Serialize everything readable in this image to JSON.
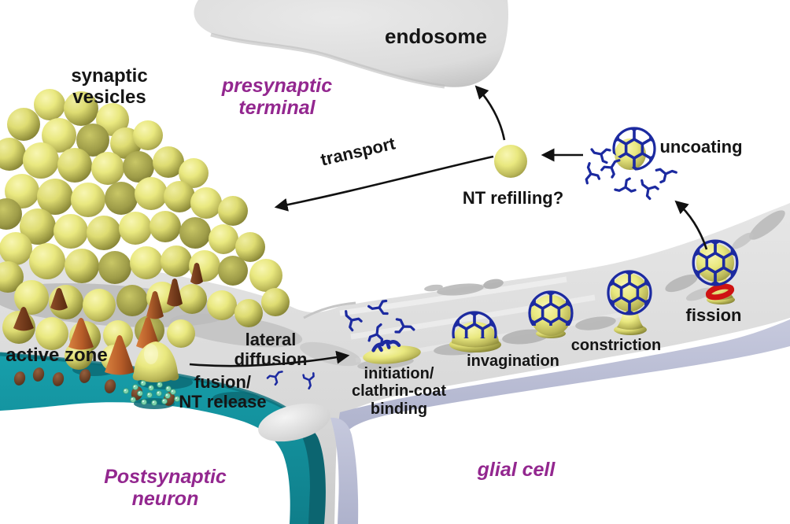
{
  "figure": {
    "labels": {
      "synaptic_vesicles": {
        "line1": "synaptic",
        "line2": "vesicles"
      },
      "presynaptic_terminal": {
        "line1": "presynaptic",
        "line2": "terminal"
      },
      "endosome": "endosome",
      "transport": "transport",
      "nt_refilling": "NT refilling?",
      "uncoating": "uncoating",
      "lateral_diffusion": {
        "line1": "lateral",
        "line2": "diffusion"
      },
      "fusion_nt_release": {
        "line1": "fusion/",
        "line2": "NT release"
      },
      "active_zone": "active zone",
      "initiation": {
        "line1": "initiation/",
        "line2": "clathrin-coat",
        "line3": "binding"
      },
      "invagination": "invagination",
      "constriction": "constriction",
      "fission": "fission",
      "glial_cell": "glial cell",
      "postsynaptic_neuron": {
        "line1": "Postsynaptic",
        "line2": "neuron"
      }
    },
    "colors": {
      "magenta_label": "#93278f",
      "black_label": "#151515",
      "vesicle_yellow": "#e9e87f",
      "clathrin_blue": "#1c2aa0",
      "membrane_gray": "#d9d9d9",
      "glial_lavender": "#bcc0d6",
      "postsynaptic_teal": "#14929f",
      "dynamin_red": "#cf1313",
      "cone_orange": "#b65c28"
    }
  }
}
